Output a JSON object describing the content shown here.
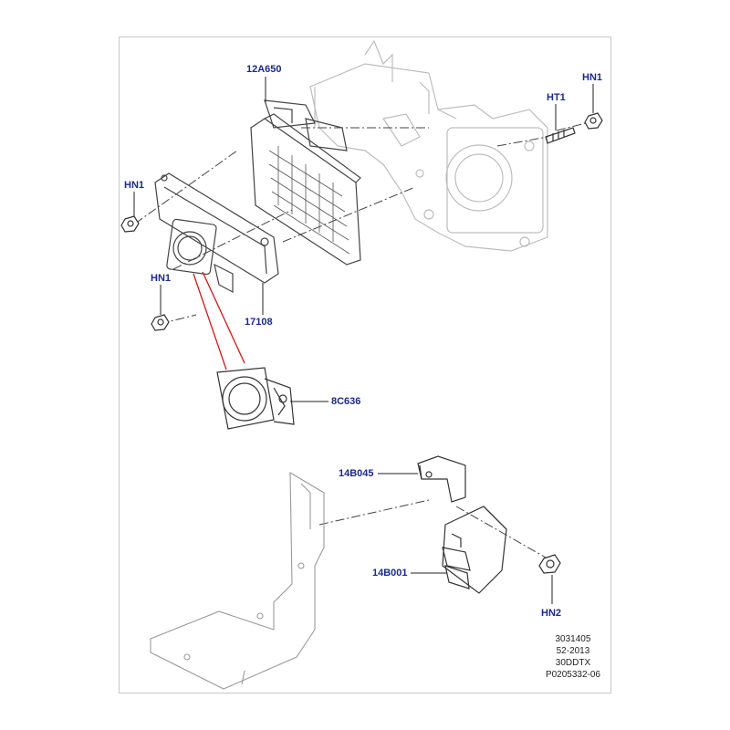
{
  "callouts": {
    "label_12A650": "12A650",
    "label_HN1_top": "HN1",
    "label_HT1": "HT1",
    "label_HN1_left": "HN1",
    "label_HN1_lower": "HN1",
    "label_17108": "17108",
    "label_8C636": "8C636",
    "label_14B045": "14B045",
    "label_14B001": "14B001",
    "label_HN2": "HN2"
  },
  "meta": {
    "line1": "3031405",
    "line2": "52-2013",
    "line3": "30DDTX",
    "line4": "P0205332-06"
  },
  "colors": {
    "callout_text": "#1a2a8c",
    "line_art": "#555555",
    "faint_art": "#b8b8b8",
    "highlight_line": "#d01818"
  }
}
